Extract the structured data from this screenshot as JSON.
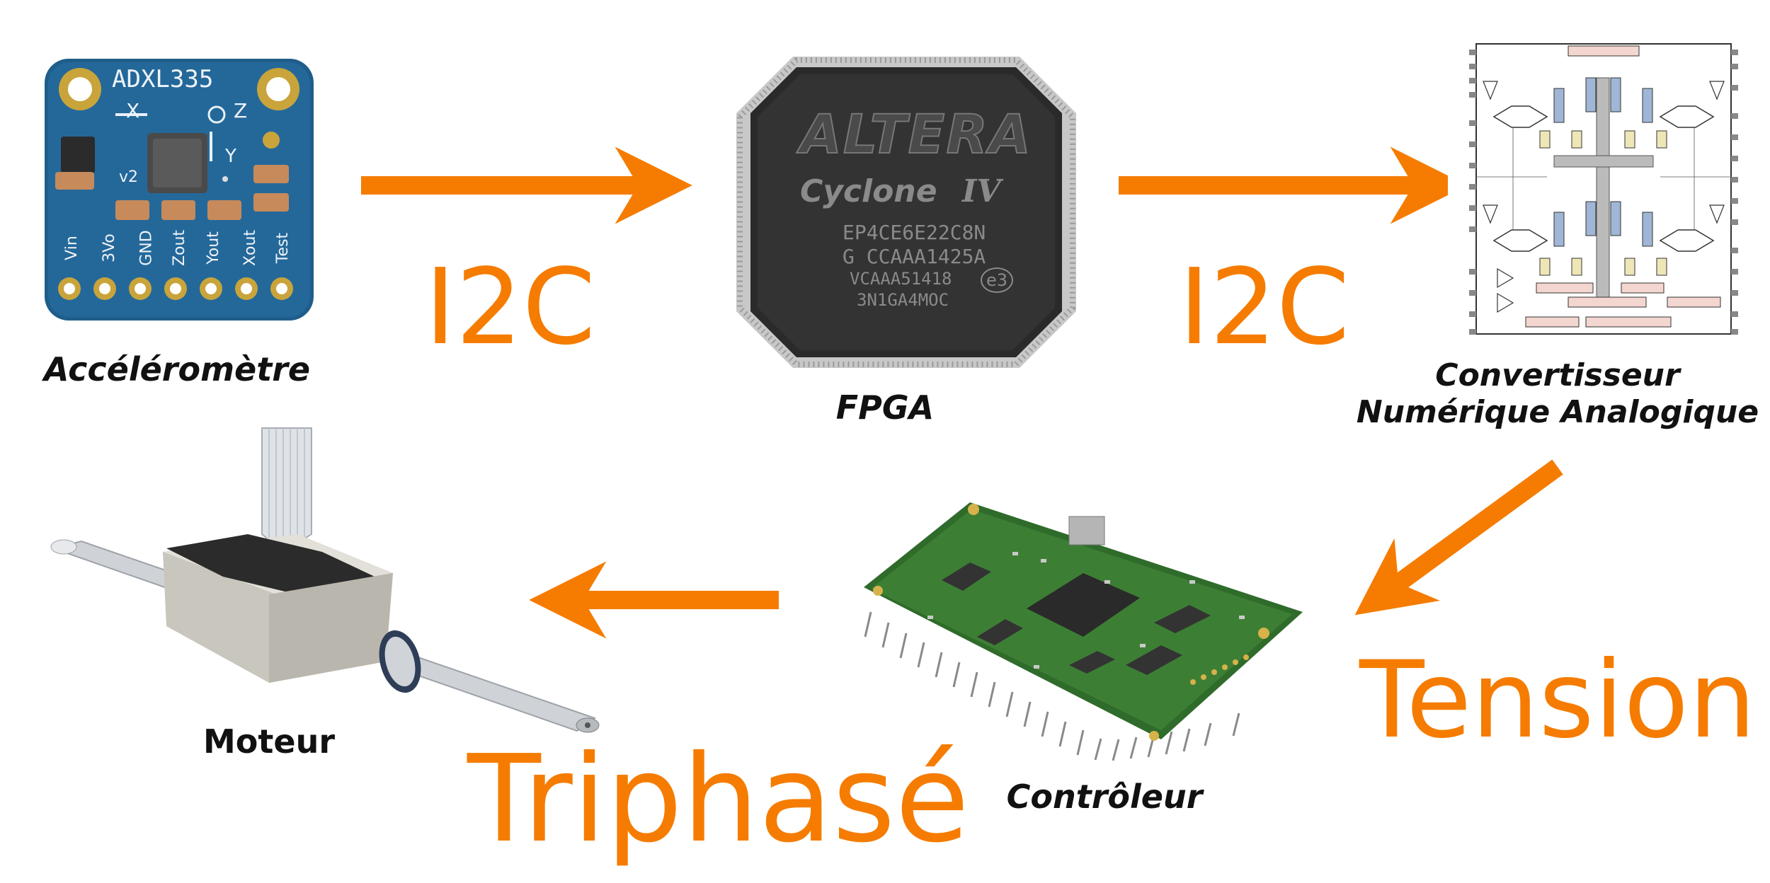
{
  "accent_color": "#f57c00",
  "nodes": {
    "accelerometer": {
      "caption": "Accéléromètre",
      "board_title": "ADXL335",
      "axis_x": "X",
      "axis_y": "Y",
      "axis_z": "Z",
      "pins": [
        "Vin",
        "3Vo",
        "GND",
        "Zout",
        "Yout",
        "Xout",
        "Test"
      ],
      "version": "v2"
    },
    "fpga": {
      "caption": "FPGA",
      "brand": "ALTERA",
      "family": "Cyclone",
      "family_suffix": "IV",
      "part_lines": [
        "EP4CE6E22C8N",
        "G CCAAA1425A",
        "VCAAA51418",
        "3N1GA4MOC"
      ],
      "mark": "e3"
    },
    "dac": {
      "caption_line1": "Convertisseur",
      "caption_line2": "Numérique Analogique"
    },
    "controller": {
      "caption": "Contrôleur"
    },
    "motor": {
      "caption": "Moteur"
    }
  },
  "edges": [
    {
      "from": "accelerometer",
      "to": "fpga",
      "label": "I2C"
    },
    {
      "from": "fpga",
      "to": "dac",
      "label": "I2C"
    },
    {
      "from": "dac",
      "to": "controller",
      "label": "Tension"
    },
    {
      "from": "controller",
      "to": "motor",
      "label": "Triphasé"
    }
  ]
}
